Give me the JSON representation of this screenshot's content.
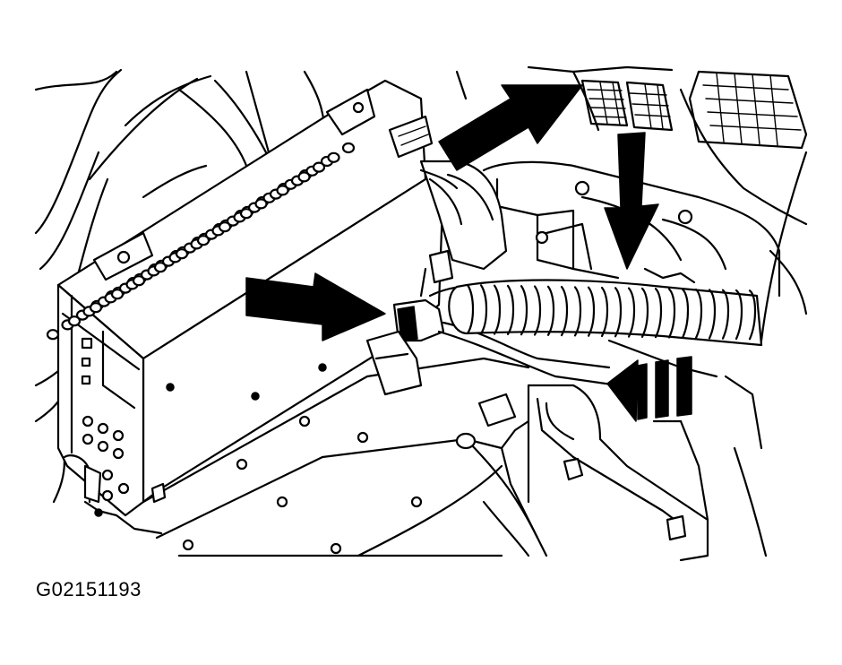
{
  "figure": {
    "caption": "G02151193",
    "colors": {
      "line": "#000000",
      "background": "#ffffff"
    },
    "callouts": [
      {
        "name": "arrow-to-rear-connector"
      },
      {
        "name": "arrow-to-side-connector"
      },
      {
        "name": "arrow-to-harness-from-top"
      },
      {
        "name": "dashed-arrow-to-harness"
      }
    ]
  }
}
